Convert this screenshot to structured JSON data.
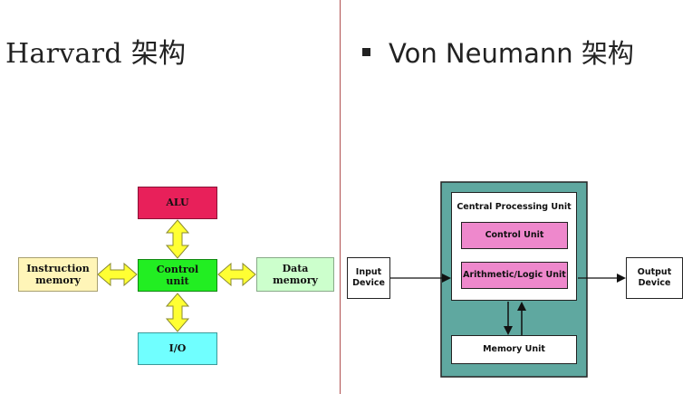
{
  "titles": {
    "harvard": "Harvard 架构",
    "von_neumann": "Von Neumann 架构"
  },
  "harvard": {
    "alu": "ALU",
    "control_unit": "Control unit",
    "instruction_memory": "Instruction memory",
    "data_memory": "Data memory",
    "io": "I/O"
  },
  "von_neumann": {
    "cpu_label": "Central Processing Unit",
    "control_unit": "Control Unit",
    "alu": "Arithmetic/Logic Unit",
    "memory_unit": "Memory Unit",
    "input_device": "Input Device",
    "output_device": "Output Device"
  },
  "colors": {
    "alu": "#e8205a",
    "control_unit": "#22ee22",
    "instruction_memory": "#fff5b8",
    "data_memory": "#ccffcc",
    "io": "#70ffff",
    "arrow_fill": "#ffff33",
    "cpu_frame": "#5fa8a0",
    "pink_unit": "#ee88cc"
  }
}
